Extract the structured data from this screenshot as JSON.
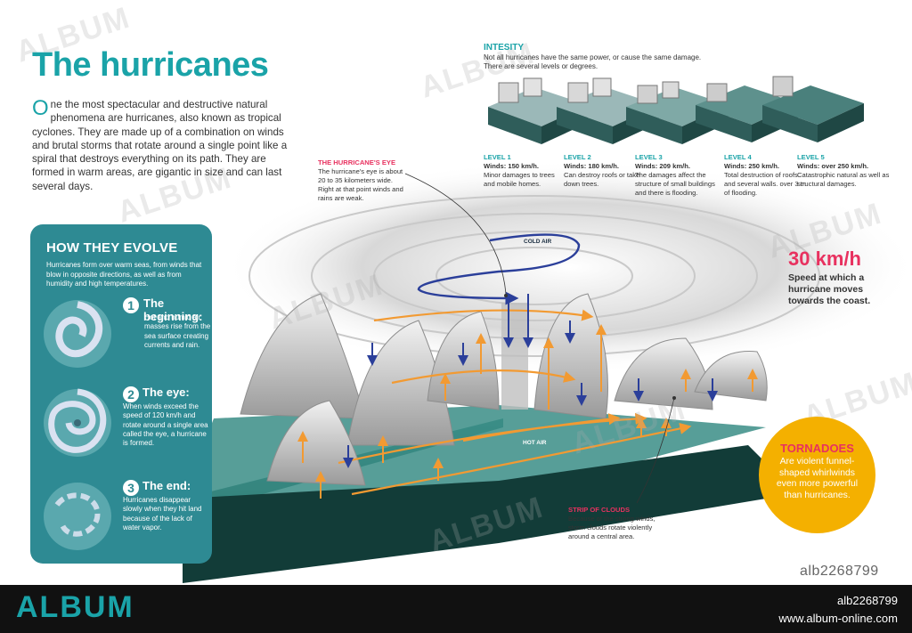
{
  "title": "The hurricanes",
  "intro": {
    "drop": "O",
    "text": "ne the most spectacular and destructive natural phenomena are hurricanes, also known as tropical cyclones. They are made up of a combination on winds and brutal storms that rotate around a single point like a spiral that destroys everything on its path. They are formed in warm areas, are gigantic in size and can last several days."
  },
  "evolve": {
    "title": "HOW THEY EVOLVE",
    "lead": "Hurricanes form over warm seas, from winds that blow in opposite directions, as well as from humidity and high temperatures.",
    "stages": [
      {
        "num": "1",
        "head": "The beginning:",
        "desc": "Hot and humid air masses rise from the sea surface creating currents and rain."
      },
      {
        "num": "2",
        "head": "The eye:",
        "desc": "When winds exceed the speed of 120 km/h and rotate around a single area called the eye, a hurricane is formed."
      },
      {
        "num": "3",
        "head": "The end:",
        "desc": "Hurricanes disappear slowly when they hit land because of the lack of water vapor."
      }
    ]
  },
  "intensity": {
    "title": "INTESITY",
    "sub1": "Not all hurricanes have the same power, or cause the same damage.",
    "sub2": "There are several levels or degrees.",
    "levels": [
      {
        "title": "LEVEL 1",
        "winds": "Winds: 150 km/h.",
        "desc": "Minor damages to trees and mobile homes."
      },
      {
        "title": "LEVEL 2",
        "winds": "Winds: 180 km/h.",
        "desc": "Can destroy roofs or take down trees."
      },
      {
        "title": "LEVEL 3",
        "winds": "Winds: 209 km/h.",
        "desc": "The damages affect the structure of small buildings and there is flooding."
      },
      {
        "title": "LEVEL 4",
        "winds": "Winds: 250 km/h.",
        "desc": "Total destruction of roofs and several walls. over 3 m of flooding."
      },
      {
        "title": "LEVEL 5",
        "winds": "Winds: over 250 km/h.",
        "desc": "Catastrophic natural as well as structural damages."
      }
    ]
  },
  "eye": {
    "title": "THE HURRICANE'S EYE",
    "desc": "The hurricane's eye is about 20 to 35 kilometers wide. Right at that point winds and rains are weak."
  },
  "speed": {
    "value": "30 km/h",
    "desc": "Speed at which a hurricane moves towards the coast."
  },
  "tornadoes": {
    "title": "TORNADOES",
    "desc": "Are violent funnel-shaped whirlwinds even more powerful than hurricanes."
  },
  "strip": {
    "title": "STRIP OF CLOUDS",
    "desc": "Because of the strong winds, storm clouds rotate violently around a central area."
  },
  "air": {
    "cold": "COLD AIR",
    "hot": "HOT AIR"
  },
  "watermark": "ALBUM",
  "footer": {
    "brand": "ALBUM",
    "code": "alb2268799",
    "site": "www.album-online.com"
  },
  "code_overlay": "alb2268799",
  "colors": {
    "teal": "#1aa3a8",
    "panel": "#2e8a93",
    "accent_red": "#e8315f",
    "tornado_yellow": "#f4b000",
    "arrow_orange": "#f29a32",
    "arrow_blue": "#2b3f9a"
  }
}
